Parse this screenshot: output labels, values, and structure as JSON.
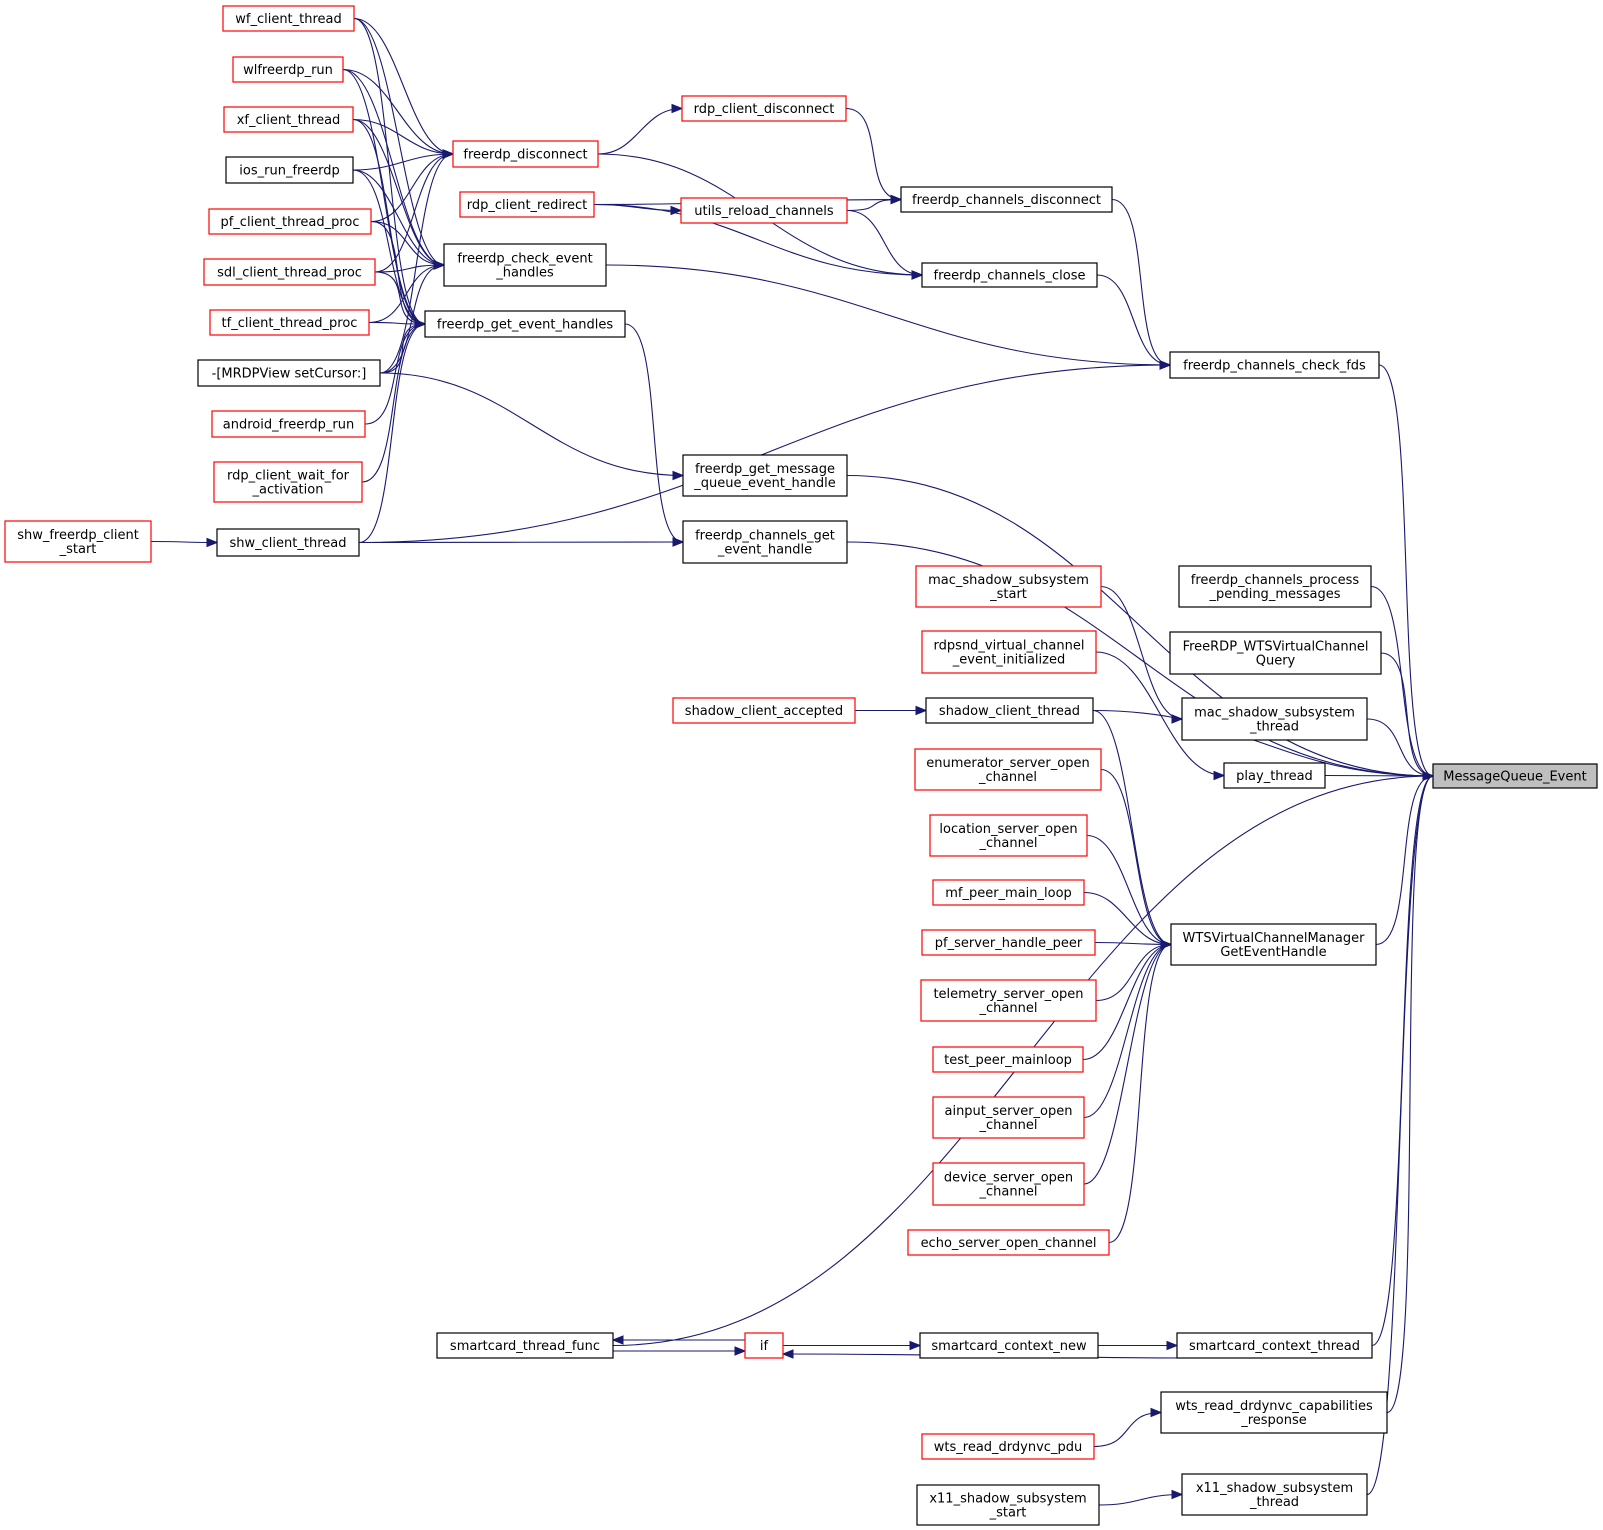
{
  "graph": {
    "title": "MessageQueue_Event",
    "colors": {
      "edge": "#191970",
      "documented_border": "#000000",
      "undocumented_border": "#ff0000",
      "focus_fill": "#bfbfbf"
    },
    "nodes": [
      {
        "id": "mq_event",
        "lines": [
          "MessageQueue_Event"
        ],
        "kind": "focus"
      },
      {
        "id": "chan_check_fds",
        "lines": [
          "freerdp_channels_check_fds"
        ],
        "kind": "documented"
      },
      {
        "id": "chan_disconnect",
        "lines": [
          "freerdp_channels_disconnect"
        ],
        "kind": "documented"
      },
      {
        "id": "chan_close",
        "lines": [
          "freerdp_channels_close"
        ],
        "kind": "documented"
      },
      {
        "id": "rdp_client_disconnect",
        "lines": [
          "rdp_client_disconnect"
        ],
        "kind": "external"
      },
      {
        "id": "utils_reload",
        "lines": [
          "utils_reload_channels"
        ],
        "kind": "external"
      },
      {
        "id": "rdp_client_redirect",
        "lines": [
          "rdp_client_redirect"
        ],
        "kind": "external"
      },
      {
        "id": "freerdp_disconnect",
        "lines": [
          "freerdp_disconnect"
        ],
        "kind": "external"
      },
      {
        "id": "check_event_handles",
        "lines": [
          "freerdp_check_event",
          "_handles"
        ],
        "kind": "documented"
      },
      {
        "id": "get_event_handles",
        "lines": [
          "freerdp_get_event_handles"
        ],
        "kind": "documented"
      },
      {
        "id": "wf_client_thread",
        "lines": [
          "wf_client_thread"
        ],
        "kind": "external"
      },
      {
        "id": "wlfreerdp_run",
        "lines": [
          "wlfreerdp_run"
        ],
        "kind": "external"
      },
      {
        "id": "xf_client_thread",
        "lines": [
          "xf_client_thread"
        ],
        "kind": "external"
      },
      {
        "id": "ios_run",
        "lines": [
          "ios_run_freerdp"
        ],
        "kind": "documented"
      },
      {
        "id": "pf_client",
        "lines": [
          "pf_client_thread_proc"
        ],
        "kind": "external"
      },
      {
        "id": "sdl_client",
        "lines": [
          "sdl_client_thread_proc"
        ],
        "kind": "external"
      },
      {
        "id": "tf_client",
        "lines": [
          "tf_client_thread_proc"
        ],
        "kind": "external"
      },
      {
        "id": "mrdp_setcursor",
        "lines": [
          "-[MRDPView setCursor:]"
        ],
        "kind": "documented"
      },
      {
        "id": "android_run",
        "lines": [
          "android_freerdp_run"
        ],
        "kind": "external"
      },
      {
        "id": "rdp_wait_activation",
        "lines": [
          "rdp_client_wait_for",
          "_activation"
        ],
        "kind": "external"
      },
      {
        "id": "shw_client_thread",
        "lines": [
          "shw_client_thread"
        ],
        "kind": "documented"
      },
      {
        "id": "shw_client_start",
        "lines": [
          "shw_freerdp_client",
          "_start"
        ],
        "kind": "external"
      },
      {
        "id": "get_mq_handle",
        "lines": [
          "freerdp_get_message",
          "_queue_event_handle"
        ],
        "kind": "documented"
      },
      {
        "id": "chan_get_handle",
        "lines": [
          "freerdp_channels_get",
          "_event_handle"
        ],
        "kind": "documented"
      },
      {
        "id": "chan_process_pending",
        "lines": [
          "freerdp_channels_process",
          "_pending_messages"
        ],
        "kind": "documented"
      },
      {
        "id": "wts_vc_query",
        "lines": [
          "FreeRDP_WTSVirtualChannel",
          "Query"
        ],
        "kind": "documented"
      },
      {
        "id": "mac_shadow_thread",
        "lines": [
          "mac_shadow_subsystem",
          "_thread"
        ],
        "kind": "documented"
      },
      {
        "id": "mac_shadow_start",
        "lines": [
          "mac_shadow_subsystem",
          "_start"
        ],
        "kind": "external"
      },
      {
        "id": "play_thread",
        "lines": [
          "play_thread"
        ],
        "kind": "documented"
      },
      {
        "id": "rdpsnd_init",
        "lines": [
          "rdpsnd_virtual_channel",
          "_event_initialized"
        ],
        "kind": "external"
      },
      {
        "id": "shadow_client_thread",
        "lines": [
          "shadow_client_thread"
        ],
        "kind": "documented"
      },
      {
        "id": "shadow_client_accepted",
        "lines": [
          "shadow_client_accepted"
        ],
        "kind": "external"
      },
      {
        "id": "wts_vcm_handle",
        "lines": [
          "WTSVirtualChannelManager",
          "GetEventHandle"
        ],
        "kind": "documented"
      },
      {
        "id": "enumerator_open",
        "lines": [
          "enumerator_server_open",
          "_channel"
        ],
        "kind": "external"
      },
      {
        "id": "location_open",
        "lines": [
          "location_server_open",
          "_channel"
        ],
        "kind": "external"
      },
      {
        "id": "mf_peer",
        "lines": [
          "mf_peer_main_loop"
        ],
        "kind": "external"
      },
      {
        "id": "pf_server_peer",
        "lines": [
          "pf_server_handle_peer"
        ],
        "kind": "external"
      },
      {
        "id": "telemetry_open",
        "lines": [
          "telemetry_server_open",
          "_channel"
        ],
        "kind": "external"
      },
      {
        "id": "test_peer",
        "lines": [
          "test_peer_mainloop"
        ],
        "kind": "external"
      },
      {
        "id": "ainput_open",
        "lines": [
          "ainput_server_open",
          "_channel"
        ],
        "kind": "external"
      },
      {
        "id": "device_open",
        "lines": [
          "device_server_open",
          "_channel"
        ],
        "kind": "external"
      },
      {
        "id": "echo_open",
        "lines": [
          "echo_server_open_channel"
        ],
        "kind": "external"
      },
      {
        "id": "smartcard_thread_func",
        "lines": [
          "smartcard_thread_func"
        ],
        "kind": "documented"
      },
      {
        "id": "if_node",
        "lines": [
          "if"
        ],
        "kind": "external"
      },
      {
        "id": "smartcard_ctx_new",
        "lines": [
          "smartcard_context_new"
        ],
        "kind": "documented"
      },
      {
        "id": "smartcard_ctx_thread",
        "lines": [
          "smartcard_context_thread"
        ],
        "kind": "documented"
      },
      {
        "id": "wts_drdynvc_caps",
        "lines": [
          "wts_read_drdynvc_capabilities",
          "_response"
        ],
        "kind": "documented"
      },
      {
        "id": "wts_drdynvc_pdu",
        "lines": [
          "wts_read_drdynvc_pdu"
        ],
        "kind": "external"
      },
      {
        "id": "x11_shadow_thread",
        "lines": [
          "x11_shadow_subsystem",
          "_thread"
        ],
        "kind": "documented"
      },
      {
        "id": "x11_shadow_start",
        "lines": [
          "x11_shadow_subsystem",
          "_start"
        ],
        "kind": "documented"
      }
    ],
    "edges": [
      {
        "from": "chan_check_fds",
        "to": "mq_event"
      },
      {
        "from": "chan_get_handle",
        "to": "mq_event"
      },
      {
        "from": "get_mq_handle",
        "to": "mq_event"
      },
      {
        "from": "chan_process_pending",
        "to": "mq_event"
      },
      {
        "from": "wts_vc_query",
        "to": "mq_event"
      },
      {
        "from": "mac_shadow_thread",
        "to": "mq_event"
      },
      {
        "from": "play_thread",
        "to": "mq_event"
      },
      {
        "from": "shadow_client_thread",
        "to": "mq_event"
      },
      {
        "from": "wts_vcm_handle",
        "to": "mq_event"
      },
      {
        "from": "smartcard_thread_func",
        "to": "mq_event"
      },
      {
        "from": "smartcard_ctx_thread",
        "to": "mq_event"
      },
      {
        "from": "wts_drdynvc_caps",
        "to": "mq_event"
      },
      {
        "from": "x11_shadow_thread",
        "to": "mq_event"
      },
      {
        "from": "chan_disconnect",
        "to": "chan_check_fds"
      },
      {
        "from": "chan_close",
        "to": "chan_check_fds"
      },
      {
        "from": "check_event_handles",
        "to": "chan_check_fds"
      },
      {
        "from": "shw_client_thread",
        "to": "chan_check_fds"
      },
      {
        "from": "rdp_client_disconnect",
        "to": "chan_disconnect"
      },
      {
        "from": "rdp_client_redirect",
        "to": "chan_disconnect"
      },
      {
        "from": "utils_reload",
        "to": "chan_disconnect"
      },
      {
        "from": "utils_reload",
        "to": "chan_close"
      },
      {
        "from": "freerdp_disconnect",
        "to": "chan_close"
      },
      {
        "from": "rdp_client_redirect",
        "to": "chan_close"
      },
      {
        "from": "rdp_client_redirect",
        "to": "utils_reload"
      },
      {
        "from": "freerdp_disconnect",
        "to": "rdp_client_disconnect"
      },
      {
        "from": "wf_client_thread",
        "to": "freerdp_disconnect"
      },
      {
        "from": "wlfreerdp_run",
        "to": "freerdp_disconnect"
      },
      {
        "from": "xf_client_thread",
        "to": "freerdp_disconnect"
      },
      {
        "from": "ios_run",
        "to": "freerdp_disconnect"
      },
      {
        "from": "pf_client",
        "to": "freerdp_disconnect"
      },
      {
        "from": "sdl_client",
        "to": "freerdp_disconnect"
      },
      {
        "from": "mrdp_setcursor",
        "to": "freerdp_disconnect"
      },
      {
        "from": "wf_client_thread",
        "to": "check_event_handles"
      },
      {
        "from": "wlfreerdp_run",
        "to": "check_event_handles"
      },
      {
        "from": "xf_client_thread",
        "to": "check_event_handles"
      },
      {
        "from": "ios_run",
        "to": "check_event_handles"
      },
      {
        "from": "pf_client",
        "to": "check_event_handles"
      },
      {
        "from": "sdl_client",
        "to": "check_event_handles"
      },
      {
        "from": "tf_client",
        "to": "check_event_handles"
      },
      {
        "from": "mrdp_setcursor",
        "to": "check_event_handles"
      },
      {
        "from": "wf_client_thread",
        "to": "get_event_handles"
      },
      {
        "from": "wlfreerdp_run",
        "to": "get_event_handles"
      },
      {
        "from": "xf_client_thread",
        "to": "get_event_handles"
      },
      {
        "from": "ios_run",
        "to": "get_event_handles"
      },
      {
        "from": "pf_client",
        "to": "get_event_handles"
      },
      {
        "from": "sdl_client",
        "to": "get_event_handles"
      },
      {
        "from": "tf_client",
        "to": "get_event_handles"
      },
      {
        "from": "mrdp_setcursor",
        "to": "get_event_handles"
      },
      {
        "from": "android_run",
        "to": "get_event_handles"
      },
      {
        "from": "rdp_wait_activation",
        "to": "get_event_handles"
      },
      {
        "from": "shw_client_thread",
        "to": "get_event_handles"
      },
      {
        "from": "get_event_handles",
        "to": "chan_get_handle"
      },
      {
        "from": "mrdp_setcursor",
        "to": "get_mq_handle"
      },
      {
        "from": "shw_client_thread",
        "to": "chan_get_handle"
      },
      {
        "from": "shw_client_start",
        "to": "shw_client_thread"
      },
      {
        "from": "mac_shadow_start",
        "to": "mac_shadow_thread"
      },
      {
        "from": "rdpsnd_init",
        "to": "play_thread"
      },
      {
        "from": "shadow_client_accepted",
        "to": "shadow_client_thread"
      },
      {
        "from": "shadow_client_thread",
        "to": "wts_vcm_handle"
      },
      {
        "from": "enumerator_open",
        "to": "wts_vcm_handle"
      },
      {
        "from": "location_open",
        "to": "wts_vcm_handle"
      },
      {
        "from": "mf_peer",
        "to": "wts_vcm_handle"
      },
      {
        "from": "pf_server_peer",
        "to": "wts_vcm_handle"
      },
      {
        "from": "telemetry_open",
        "to": "wts_vcm_handle"
      },
      {
        "from": "test_peer",
        "to": "wts_vcm_handle"
      },
      {
        "from": "ainput_open",
        "to": "wts_vcm_handle"
      },
      {
        "from": "device_open",
        "to": "wts_vcm_handle"
      },
      {
        "from": "echo_open",
        "to": "wts_vcm_handle"
      },
      {
        "from": "smartcard_ctx_new",
        "to": "smartcard_ctx_thread"
      },
      {
        "from": "if_node",
        "to": "smartcard_ctx_new"
      },
      {
        "from": "smartcard_thread_func",
        "to": "if_node"
      },
      {
        "from": "if_node",
        "to": "smartcard_thread_func"
      },
      {
        "from": "smartcard_ctx_thread",
        "to": "if_node"
      },
      {
        "from": "wts_drdynvc_pdu",
        "to": "wts_drdynvc_caps"
      },
      {
        "from": "x11_shadow_start",
        "to": "x11_shadow_thread"
      }
    ]
  }
}
